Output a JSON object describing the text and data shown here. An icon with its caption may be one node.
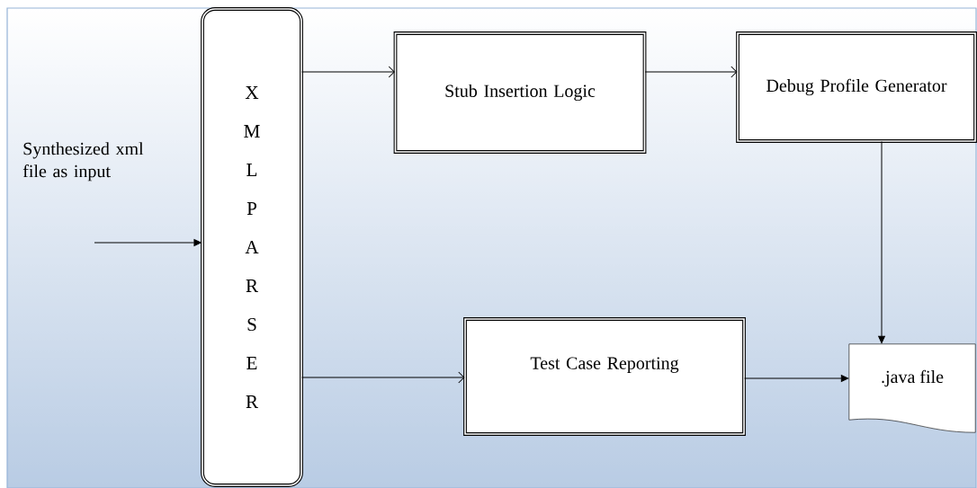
{
  "diagram": {
    "nodes": [
      {
        "text": [
          "XML PARSER"
        ]
      },
      {
        "text": [
          "Stub Insertion Logic"
        ]
      },
      {
        "text": [
          "Debug Profile Generator"
        ]
      },
      {
        "text": [
          "Test Case Reporting"
        ]
      },
      {
        "text": [
          ".java file"
        ]
      }
    ],
    "edges": [
      {
        "from": null,
        "to": 0,
        "arrow": "to"
      },
      {
        "from": 0,
        "to": 1,
        "arrow": "to"
      },
      {
        "from": 1,
        "to": 2,
        "arrow": "to"
      },
      {
        "from": 2,
        "to": 4,
        "arrow": "to"
      },
      {
        "from": 0,
        "to": 3,
        "arrow": "to"
      },
      {
        "from": 3,
        "to": 4,
        "arrow": "to"
      }
    ],
    "labels": [
      "Synthesized xml file as input"
    ]
  }
}
